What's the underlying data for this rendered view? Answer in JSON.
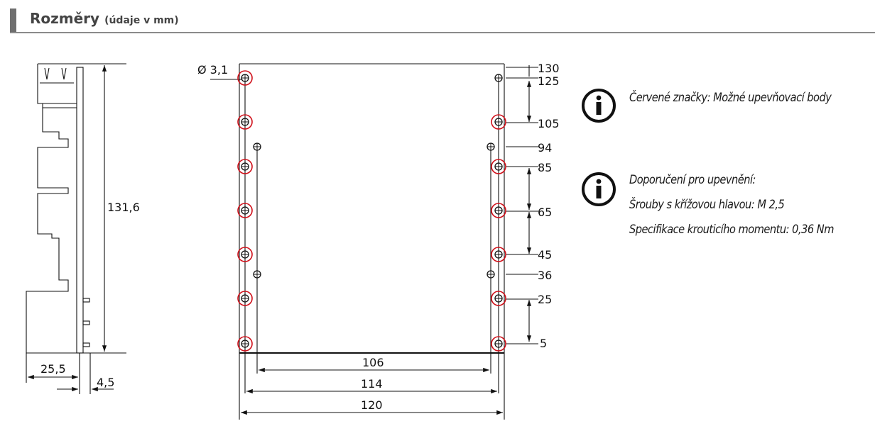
{
  "header": {
    "title": "Rozměry",
    "subtitle": "(údaje v mm)"
  },
  "side_view": {
    "height_label": "131,6",
    "depth_label": "25,5",
    "thickness_label": "4,5"
  },
  "front_view": {
    "hole_diameter_label": "Ø 3,1",
    "width_labels": [
      "106",
      "114",
      "120"
    ],
    "height_ticks": [
      "130",
      "125",
      "105",
      "94",
      "85",
      "65",
      "45",
      "36",
      "25",
      "5"
    ]
  },
  "info": {
    "note1": "Červené značky: Možné upevňovací body",
    "note2_title": "Doporučení pro upevnění:",
    "note2_line1": "Šrouby s křížovou hlavou: M 2,5",
    "note2_line2": "Specifikace krouticího momentu: 0,36 Nm"
  },
  "colors": {
    "marker_red": "#d0101a",
    "line": "#111111",
    "header_gray": "#6f6f6f"
  },
  "icons": [
    "info-icon",
    "info-icon"
  ]
}
